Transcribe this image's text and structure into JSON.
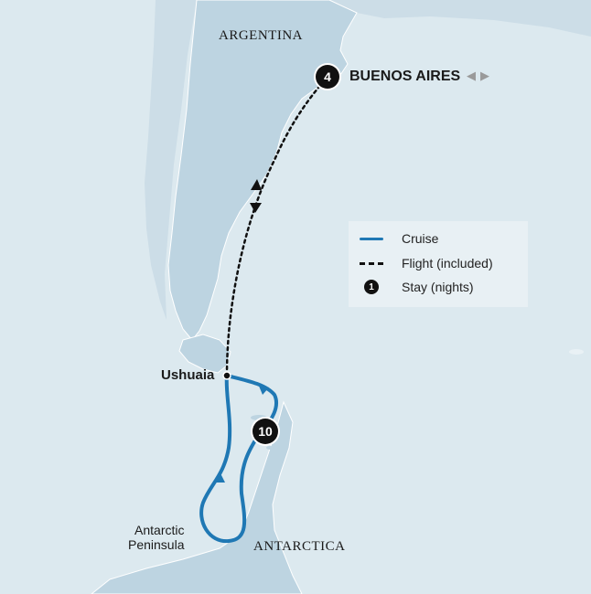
{
  "labels": {
    "argentina": "ARGENTINA",
    "buenos_aires": "BUENOS AIRES",
    "ushuaia": "Ushuaia",
    "peninsula_line1": "Antarctic",
    "peninsula_line2": "Peninsula",
    "antarctica": "ANTARCTICA"
  },
  "stays": {
    "buenos_aires": "4",
    "antarctic_cruise": "10"
  },
  "legend": {
    "cruise": "Cruise",
    "flight": "Flight (included)",
    "stay": "Stay (nights)",
    "stay_example": "1"
  },
  "nav": {
    "prev_icon": "triangle-left-icon",
    "next_icon": "triangle-right-icon"
  },
  "colors": {
    "sea": "#dce9ef",
    "land": "#bdd4e1",
    "land_light": "#ccdde7",
    "cruise_route": "#1f78b4",
    "flight_route": "#111111",
    "marker": "#111111"
  }
}
